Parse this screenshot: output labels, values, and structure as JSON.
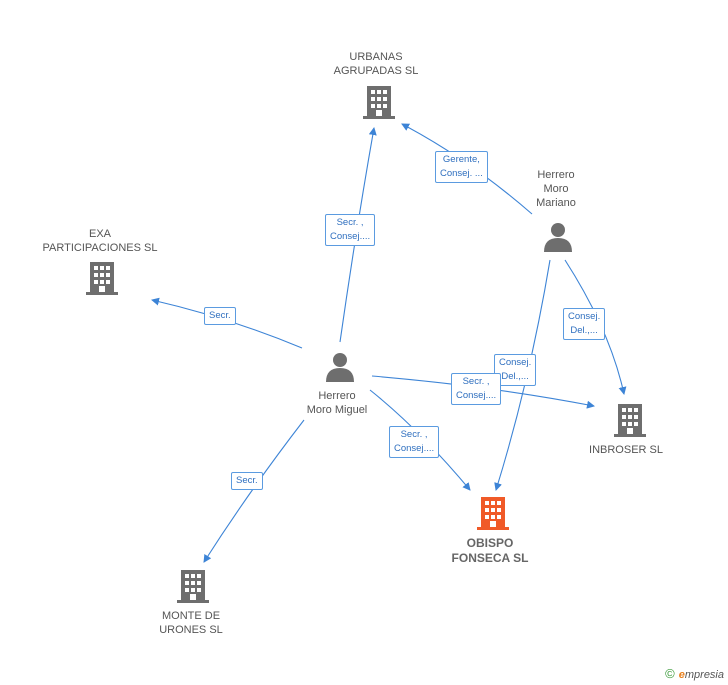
{
  "nodes": {
    "urbanas": {
      "line1": "URBANAS",
      "line2": "AGRUPADAS SL"
    },
    "exa": {
      "line1": "EXA",
      "line2": "PARTICIPACIONES SL"
    },
    "inbroser": {
      "line1": "INBROSER SL"
    },
    "obispo": {
      "line1": "OBISPO",
      "line2": "FONSECA SL"
    },
    "monte": {
      "line1": "MONTE DE",
      "line2": "URONES SL"
    },
    "herrero_mariano": {
      "line1": "Herrero",
      "line2": "Moro",
      "line3": "Mariano"
    },
    "herrero_miguel": {
      "line1": "Herrero",
      "line2": "Moro Miguel"
    }
  },
  "edges": {
    "miguel_urbanas": {
      "line1": "Secr. ,",
      "line2": "Consej...."
    },
    "mariano_urbanas": {
      "line1": "Gerente,",
      "line2": "Consej. ..."
    },
    "miguel_exa": {
      "line1": "Secr."
    },
    "mariano_inbroser": {
      "line1": "Consej.",
      "line2": "Del.,..."
    },
    "mariano_obispo": {
      "line1": "Consej.",
      "line2": "Del.,..."
    },
    "miguel_inbroser": {
      "line1": "Secr. ,",
      "line2": "Consej...."
    },
    "miguel_obispo": {
      "line1": "Secr. ,",
      "line2": "Consej...."
    },
    "miguel_monte": {
      "line1": "Secr."
    }
  },
  "colors": {
    "edge": "#3d84d6",
    "company": "#6e6e6e",
    "main_company": "#f05a28",
    "person": "#6e6e6e"
  },
  "footer": {
    "copyright": "©",
    "brand_e": "e",
    "brand_rest": "mpresia"
  }
}
